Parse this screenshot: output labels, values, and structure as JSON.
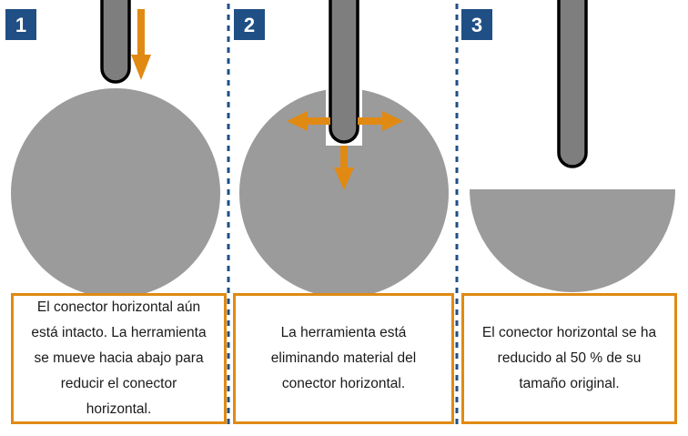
{
  "steps": [
    {
      "number": "1",
      "caption": "El conector horizontal aún está intacto. La herramienta se mueve hacia abajo para reducir el conector horizontal."
    },
    {
      "number": "2",
      "caption": "La herramienta está eliminando material del conector horizontal."
    },
    {
      "number": "3",
      "caption": "El conector horizontal se ha reducido al 50 % de su tamaño original."
    }
  ],
  "colors": {
    "badge": "#1f4f85",
    "accent": "#e08a13",
    "connector": "#9b9b9b",
    "tool_fill": "#7e7e7e",
    "tool_stroke": "#000000",
    "divider": "#1f4f85"
  },
  "icons": [
    "arrow-down-icon",
    "arrow-left-icon",
    "arrow-right-icon"
  ]
}
